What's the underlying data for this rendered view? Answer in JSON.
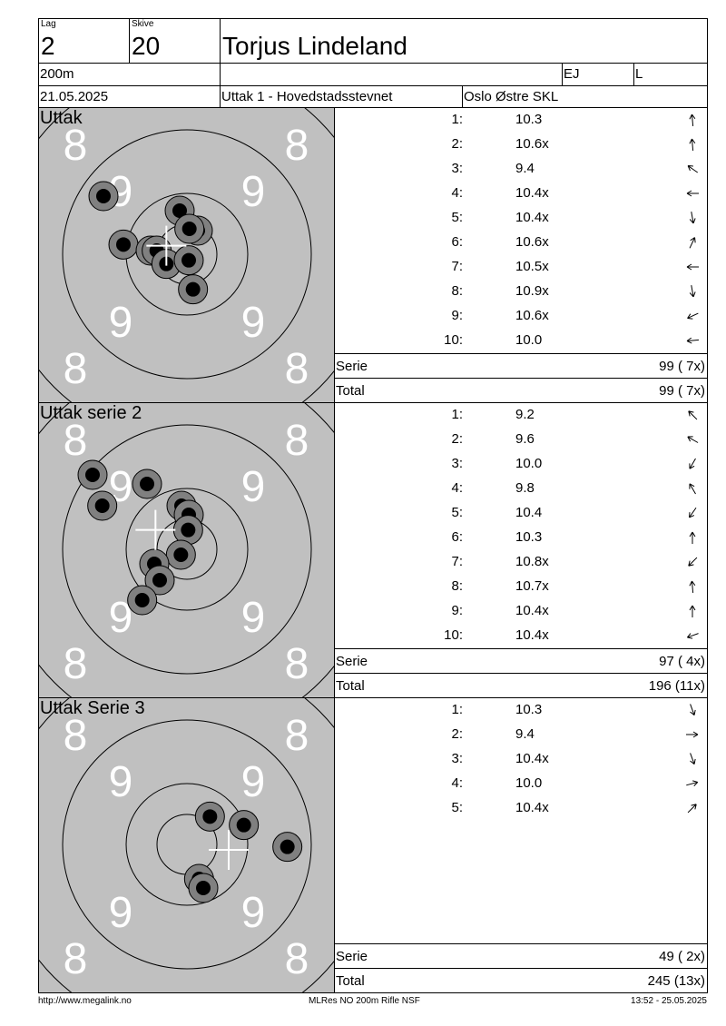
{
  "header": {
    "lag_label": "Lag",
    "lag": "2",
    "skive_label": "Skive",
    "skive": "20",
    "name": "Torjus Lindeland",
    "distance": "200m",
    "class1": "EJ",
    "class2": "L",
    "date": "21.05.2025",
    "event": "Uttak 1 - Hovedstadsstevnet",
    "club": "Oslo Østre SKL"
  },
  "ring_labels": {
    "eight": "8",
    "nine": "9"
  },
  "colors": {
    "target_bg": "#c0c0c0",
    "shot_ring": "#808080",
    "shot_core": "#000000"
  },
  "panels": [
    {
      "title": "Uttak",
      "serie_label": "Serie",
      "serie": "99 ( 7x)",
      "total_label": "Total",
      "total": "99 ( 7x)",
      "shots": [
        {
          "n": "1:",
          "v": "10.3",
          "dir": -5
        },
        {
          "n": "2:",
          "v": "10.6x",
          "dir": -5
        },
        {
          "n": "3:",
          "v": "9.4",
          "dir": -55
        },
        {
          "n": "4:",
          "v": "10.4x",
          "dir": -90
        },
        {
          "n": "5:",
          "v": "10.4x",
          "dir": 170
        },
        {
          "n": "6:",
          "v": "10.6x",
          "dir": 25
        },
        {
          "n": "7:",
          "v": "10.5x",
          "dir": -90
        },
        {
          "n": "8:",
          "v": "10.9x",
          "dir": 170
        },
        {
          "n": "9:",
          "v": "10.6x",
          "dir": -115
        },
        {
          "n": "10:",
          "v": "10.0",
          "dir": -95
        }
      ],
      "impacts": [
        [
          -138,
          -96
        ],
        [
          -12,
          -72
        ],
        [
          18,
          -39
        ],
        [
          4,
          -42
        ],
        [
          -105,
          -16
        ],
        [
          -60,
          -6
        ],
        [
          -50,
          -6
        ],
        [
          -34,
          16
        ],
        [
          3,
          10
        ],
        [
          10,
          58
        ]
      ],
      "mean": [
        -34,
        -14
      ]
    },
    {
      "title": "Uttak serie 2",
      "serie_label": "Serie",
      "serie": "97 ( 4x)",
      "total_label": "Total",
      "total": "196 (11x)",
      "shots": [
        {
          "n": "1:",
          "v": "9.2",
          "dir": -45
        },
        {
          "n": "2:",
          "v": "9.6",
          "dir": -60
        },
        {
          "n": "3:",
          "v": "10.0",
          "dir": -150
        },
        {
          "n": "4:",
          "v": "9.8",
          "dir": -30
        },
        {
          "n": "5:",
          "v": "10.4",
          "dir": -145
        },
        {
          "n": "6:",
          "v": "10.3",
          "dir": 0
        },
        {
          "n": "7:",
          "v": "10.8x",
          "dir": -135
        },
        {
          "n": "8:",
          "v": "10.7x",
          "dir": -5
        },
        {
          "n": "9:",
          "v": "10.4x",
          "dir": 0
        },
        {
          "n": "10:",
          "v": "10.4x",
          "dir": -110
        }
      ],
      "impacts": [
        [
          -156,
          -123
        ],
        [
          -140,
          -72
        ],
        [
          -66,
          -108
        ],
        [
          -9,
          -72
        ],
        [
          3,
          -57
        ],
        [
          2,
          -32
        ],
        [
          -10,
          9
        ],
        [
          -54,
          24
        ],
        [
          -45,
          51
        ],
        [
          -74,
          84
        ]
      ],
      "mean": [
        -52,
        -32
      ]
    },
    {
      "title": "Uttak Serie 3",
      "serie_label": "Serie",
      "serie": "49 ( 2x)",
      "total_label": "Total",
      "total": "245 (13x)",
      "shots": [
        {
          "n": "1:",
          "v": "10.3",
          "dir": 160
        },
        {
          "n": "2:",
          "v": "9.4",
          "dir": 90
        },
        {
          "n": "3:",
          "v": "10.4x",
          "dir": 160
        },
        {
          "n": "4:",
          "v": "10.0",
          "dir": 75
        },
        {
          "n": "5:",
          "v": "10.4x",
          "dir": 45
        }
      ],
      "impacts": [
        [
          38,
          -46
        ],
        [
          94,
          -32
        ],
        [
          166,
          4
        ],
        [
          20,
          57
        ],
        [
          27,
          72
        ]
      ],
      "mean": [
        69,
        9
      ]
    }
  ],
  "footer": {
    "left": "http://www.megalink.no",
    "center": "MLRes NO 200m Rifle NSF",
    "right": "13:52 - 25.05.2025"
  }
}
